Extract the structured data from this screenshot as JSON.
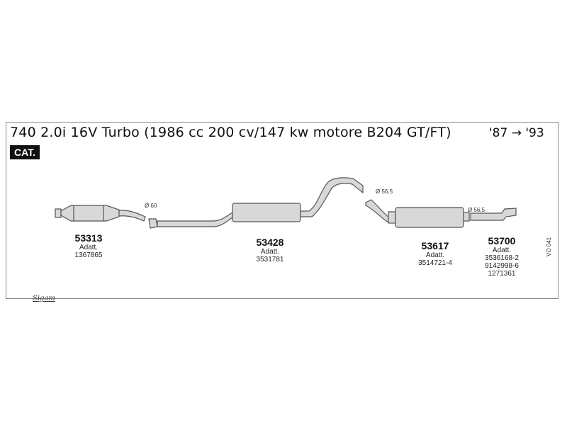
{
  "header": {
    "title": "740 2.0i 16V Turbo (1986 cc 200 cv/147 kw motore B204 GT/FT)",
    "years": "'87 → '93",
    "badge": "CAT."
  },
  "parts": [
    {
      "number": "53313",
      "adatt_label": "Adatt.",
      "codes": [
        "1367865"
      ]
    },
    {
      "number": "53428",
      "adatt_label": "Adatt.",
      "codes": [
        "3531781"
      ]
    },
    {
      "number": "53617",
      "adatt_label": "Adatt.",
      "codes": [
        "3514721-4"
      ]
    },
    {
      "number": "53700",
      "adatt_label": "Adatt.",
      "codes": [
        "3536168-2",
        "9142998-6",
        "1271361"
      ]
    }
  ],
  "dimensions": [
    "Ø 60",
    "Ø 56,5",
    "Ø 56,5"
  ],
  "reference": "VO 041",
  "logo": "Sigam",
  "colors": {
    "line": "#555555",
    "fill": "#d8d8d8",
    "badge_bg": "#111111"
  }
}
